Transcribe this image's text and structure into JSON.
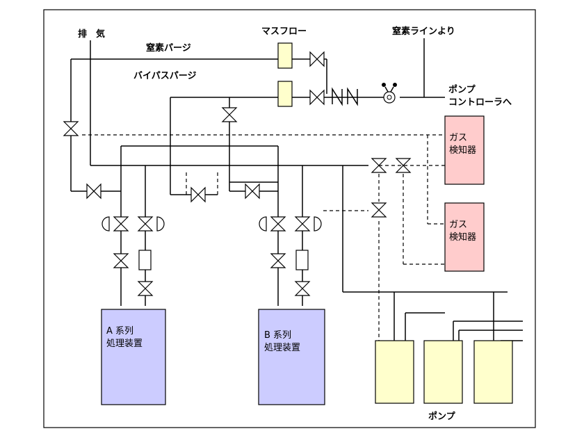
{
  "labels": {
    "exhaust": "排　気",
    "nitrogen_purge": "窒素パージ",
    "bypass_purge": "バイパスパージ",
    "mass_flow": "マスフロー",
    "from_nitrogen_line": "窒素ラインより",
    "to_pump_controller_line1": "ポンプ",
    "to_pump_controller_line2": "コントローラへ",
    "pumps": "ポンプ"
  },
  "gas_detectors": [
    {
      "line1": "ガス",
      "line2": "検知器"
    },
    {
      "line1": "ガス",
      "line2": "検知器"
    }
  ],
  "process_units": [
    {
      "line1": "A 系列",
      "line2": "処理装置"
    },
    {
      "line1": "B 系列",
      "line2": "処理装置"
    }
  ],
  "colors": {
    "mass_flow_box": "#ffffcc",
    "gas_detector_box": "#ffcccc",
    "process_unit_box": "#ccccff",
    "pump_box": "#ffffcc",
    "line": "#000000"
  }
}
